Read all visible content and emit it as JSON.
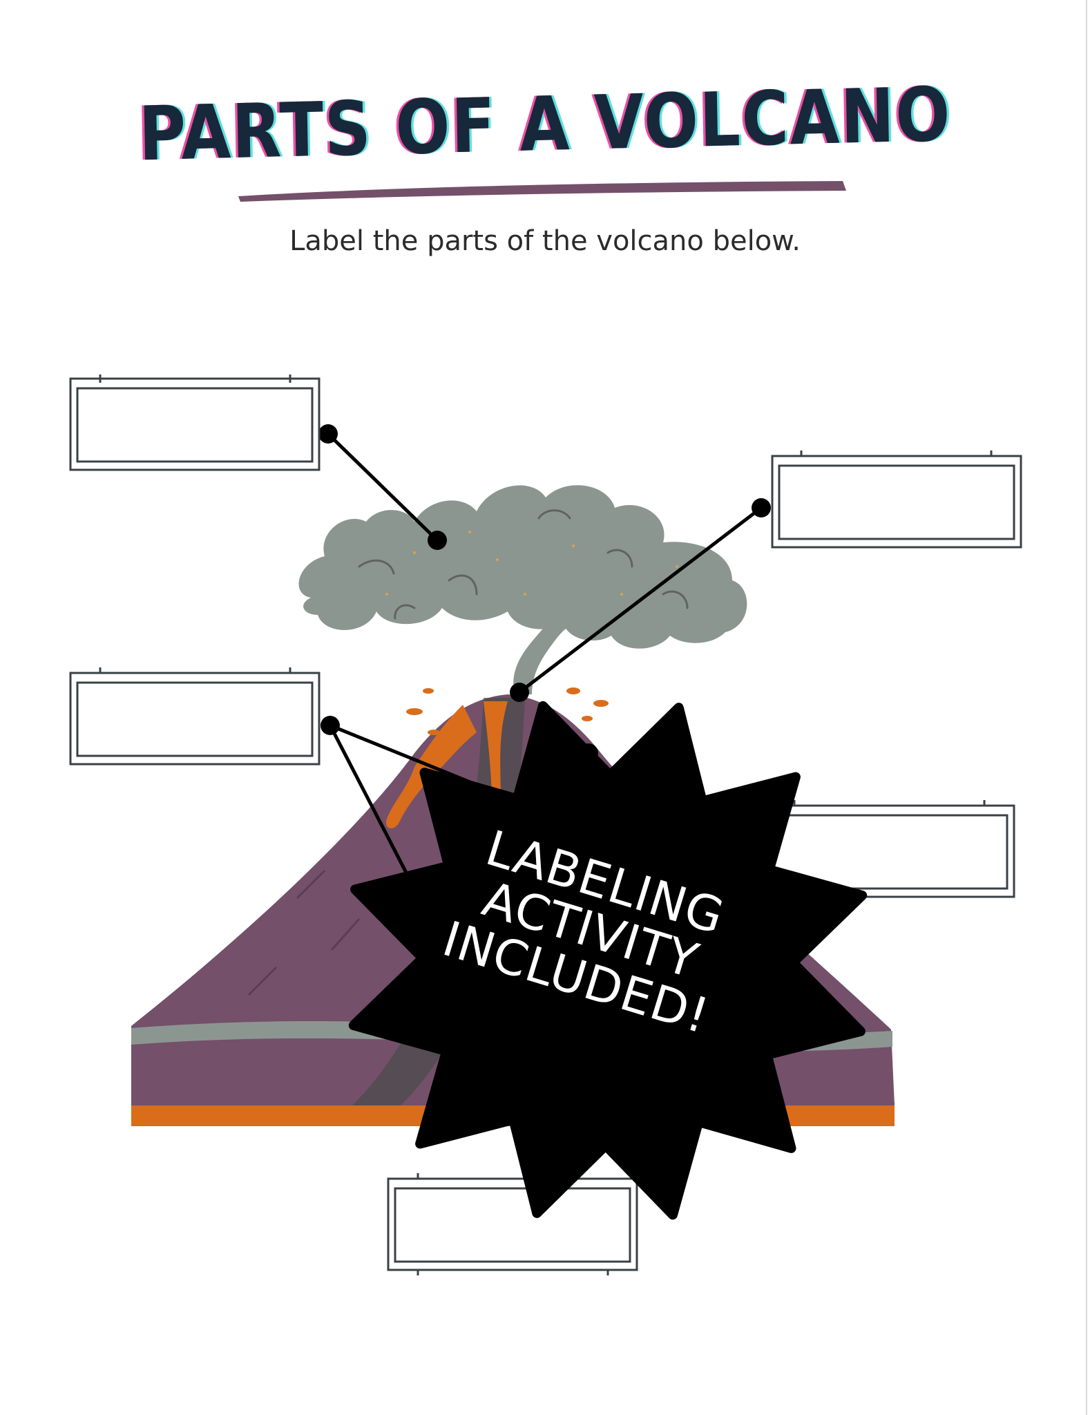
{
  "header": {
    "title": "PARTS OF A VOLCANO",
    "subtitle": "Label the parts of the volcano below."
  },
  "badge": {
    "lines": [
      "LABELING",
      "ACTIVITY",
      "INCLUDED!"
    ]
  },
  "label_boxes": [
    {
      "id": "ash-cloud-label",
      "text": ""
    },
    {
      "id": "vent-label",
      "text": ""
    },
    {
      "id": "crater-label",
      "text": ""
    },
    {
      "id": "side-label",
      "text": ""
    },
    {
      "id": "base-label",
      "text": ""
    }
  ],
  "colors": {
    "title_ink": "#16283a",
    "underline": "#74506a",
    "cloud": "#8c9691",
    "volcano": "#74506a",
    "lava": "#d96d1c",
    "rock_stripe": "#8c9691",
    "badge": "#000000",
    "box_stroke": "#3a4146"
  }
}
